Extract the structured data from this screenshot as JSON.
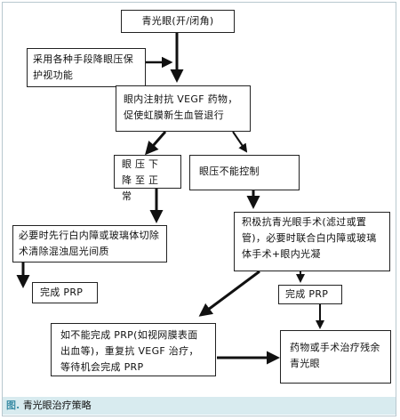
{
  "nodes": {
    "glaucoma": "青光眼(开/闭角)",
    "protect": "采用各种手段降眼压保护视功能",
    "inject": "眼内注射抗 VEGF 药物，促使虹膜新生血管退行",
    "iop_down": "眼压下降至正常",
    "iop_uncontrolled": "眼压不能控制",
    "cataract_surgery": "必要时先行白内障或玻璃体切除术清除混浊屈光间质",
    "active_surgery": "积极抗青光眼手术(滤过或置管)，必要时联合白内障或玻璃体手术+眼内光凝",
    "prp_done_left": "完成 PRP",
    "prp_done_right": "完成 PRP",
    "retry": "如不能完成 PRP(如视网膜表面出血等)，重复抗 VEGF 治疗，等待机会完成 PRP",
    "residual": "药物或手术治疗残余青光眼"
  },
  "caption": {
    "tag": "图.",
    "text": "青光眼治疗策略"
  },
  "colors": {
    "line": "#111111",
    "caption_bg": "#d8ebef",
    "caption_tag": "#3f8fa7"
  }
}
